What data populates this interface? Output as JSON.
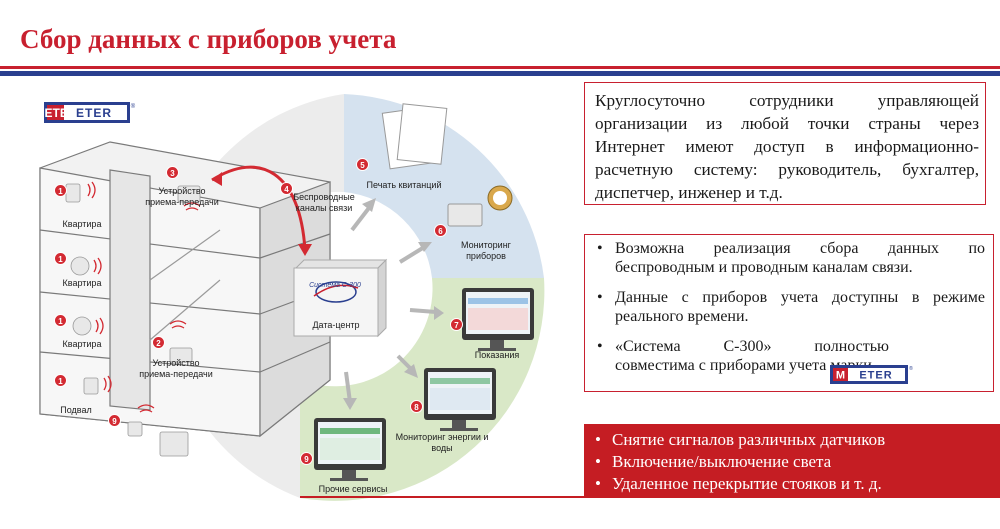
{
  "header": {
    "title": "Сбор данных с приборов учета"
  },
  "logo": {
    "text": "METER",
    "mark": "®"
  },
  "diagram": {
    "center_logo": "Система С-300",
    "data_center": "Дата-центр",
    "floors": [
      {
        "badge": "1",
        "label": "Квартира"
      },
      {
        "badge": "1",
        "label": "Квартира"
      },
      {
        "badge": "1",
        "label": "Квартира"
      },
      {
        "badge": "1",
        "label": "Подвал"
      }
    ],
    "devices": [
      {
        "badge": "3",
        "label": "Устройство приема-передачи"
      },
      {
        "badge": "2",
        "label": "Устройство приема-передачи"
      },
      {
        "badge": "9",
        "label": ""
      }
    ],
    "channels": {
      "badge": "4",
      "label": "Беспроводные каналы связи"
    },
    "services": [
      {
        "badge": "5",
        "label": "Печать квитанций"
      },
      {
        "badge": "6",
        "label": "Мониторинг приборов"
      },
      {
        "badge": "7",
        "label": "Показания"
      },
      {
        "badge": "8",
        "label": "Мониторинг энергии и воды"
      },
      {
        "badge": "9",
        "label": "Прочие сервисы"
      }
    ]
  },
  "info": {
    "box1": "Круглосуточно сотрудники управляющей организации из любой точки страны через Интернет имеют доступ в информационно-расчетную систему: руководитель, бухгалтер, диспетчер, инженер и т.д.",
    "box2": [
      "Возможна реализация сбора данных по беспроводным и проводным каналам связи.",
      "Данные с приборов учета доступны в режиме реального времени.",
      "«Система С-300» полностью совместима с приборами учета марки"
    ],
    "box3": [
      "Снятие сигналов различных датчиков",
      "Включение/выключение света",
      "Удаленное перекрытие стояков и т. д."
    ]
  },
  "colors": {
    "brand_red": "#c8202f",
    "brand_blue": "#2a3f8f",
    "accent_green": "#a9c97d",
    "accent_blue": "#c9d9ea"
  }
}
